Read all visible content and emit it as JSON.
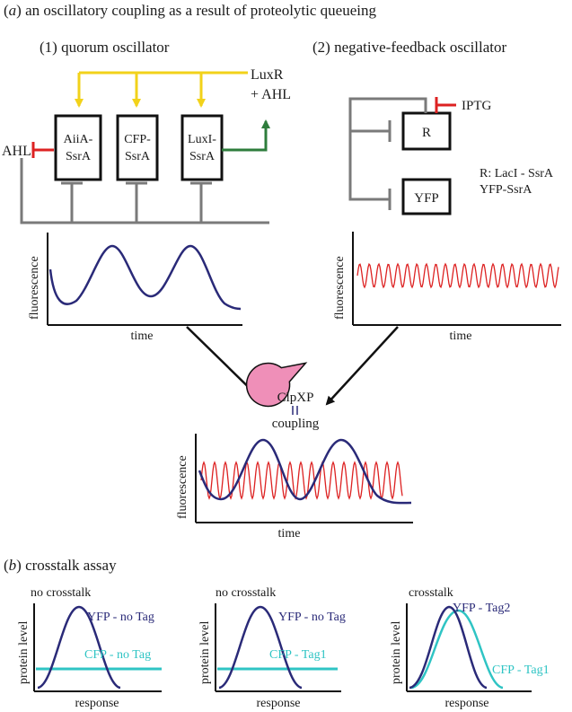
{
  "section_a": {
    "letter": "a",
    "title": " an oscillatory coupling as a result of proteolytic queueing",
    "quorum": {
      "title": "(1) quorum oscillator",
      "input_top": [
        "LuxR",
        "+ AHL"
      ],
      "input_left": "AHL",
      "genes": [
        [
          "AiiA-",
          "SsrA"
        ],
        [
          "CFP-",
          "SsrA"
        ],
        [
          "LuxI-",
          "SsrA"
        ]
      ],
      "plot": {
        "ylabel": "fluorescence",
        "xlabel": "time"
      }
    },
    "negative_feedback": {
      "title": "(2) negative-feedback oscillator",
      "inducer": "IPTG",
      "genes": [
        "R",
        "YFP"
      ],
      "legend": [
        "R: LacI - SsrA",
        "YFP-SsrA"
      ],
      "plot": {
        "ylabel": "fluorescence",
        "xlabel": "time"
      }
    },
    "coupling": {
      "protease": "ClpXP",
      "equals": "||",
      "label": "coupling",
      "plot": {
        "ylabel": "fluorescence",
        "xlabel": "time"
      }
    }
  },
  "section_b": {
    "letter": "b",
    "title": " crosstalk assay",
    "panels": [
      {
        "title": "no crosstalk",
        "ylabel": "protein level",
        "xlabel": "response",
        "curve1": "YFP - no Tag",
        "curve2": "CFP - no Tag"
      },
      {
        "title": "no crosstalk",
        "ylabel": "protein level",
        "xlabel": "response",
        "curve1": "YFP - no Tag",
        "curve2": "CFP - Tag1"
      },
      {
        "title": "crosstalk",
        "ylabel": "protein level",
        "xlabel": "response",
        "curve1": "YFP - Tag2",
        "curve2": "CFP - Tag1"
      }
    ]
  },
  "colors": {
    "navy": "#2a2a78",
    "cyan": "#2fc4c4",
    "red": "#dd2222",
    "yellow": "#f2d21a",
    "green": "#2e7d3c",
    "gray": "#7a7a7a",
    "pacman": "#ef8fb8"
  }
}
